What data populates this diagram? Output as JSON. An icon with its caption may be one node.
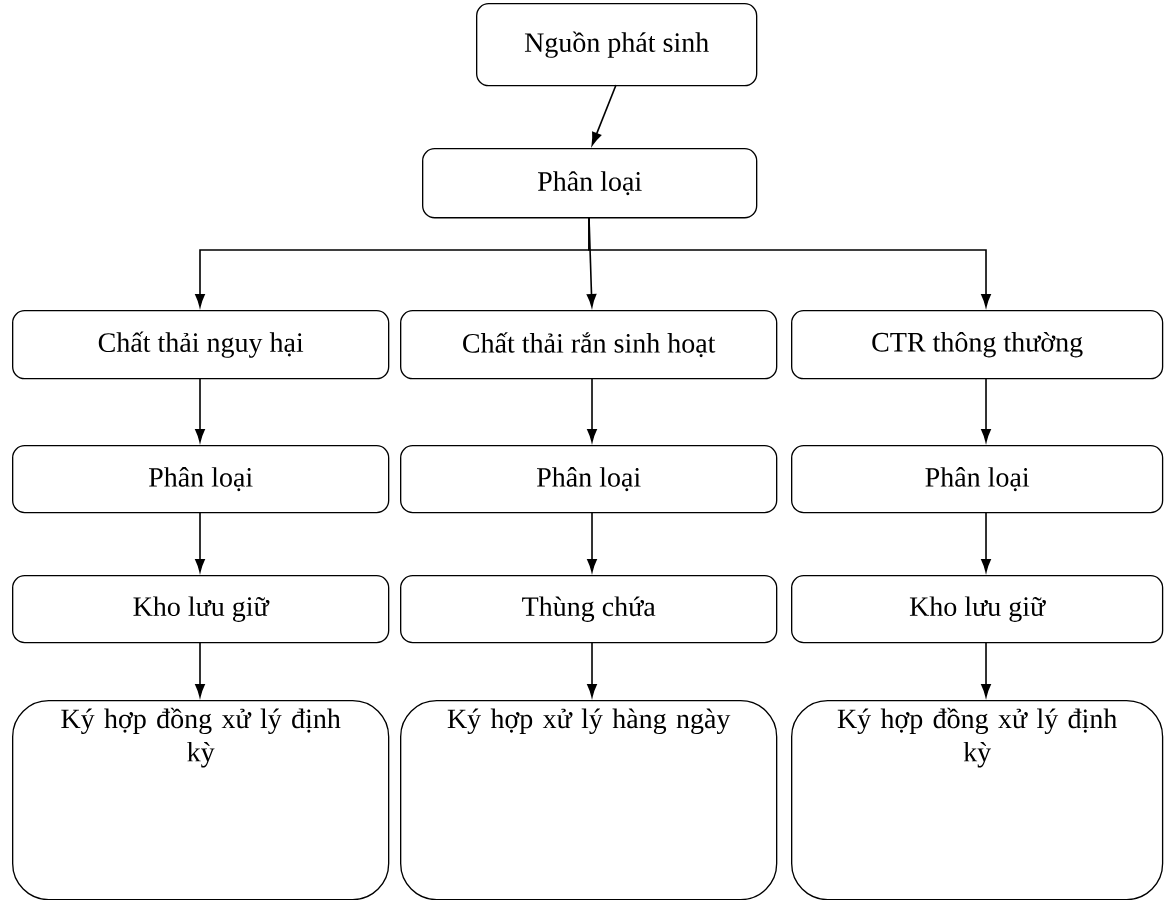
{
  "diagram": {
    "nodes": [
      {
        "text": [
          "Nguồn phát sinh"
        ]
      },
      {
        "text": [
          "Phân loại"
        ]
      },
      {
        "text": [
          "Chất thải nguy hại"
        ]
      },
      {
        "text": [
          "Chất thải rắn sinh hoạt"
        ]
      },
      {
        "text": [
          "CTR thông thường"
        ]
      },
      {
        "text": [
          "Phân loại"
        ]
      },
      {
        "text": [
          "Phân loại"
        ]
      },
      {
        "text": [
          "Phân loại"
        ]
      },
      {
        "text": [
          "Kho lưu giữ"
        ]
      },
      {
        "text": [
          "Thùng chứa"
        ]
      },
      {
        "text": [
          "Kho lưu giữ"
        ]
      },
      {
        "text": [
          "Ký hợp đồng xử lý định kỳ"
        ]
      },
      {
        "text": [
          "Ký hợp xử lý hàng ngày"
        ]
      },
      {
        "text": [
          "Ký hợp đồng xử lý định kỳ"
        ]
      }
    ],
    "edges": [
      {
        "from": 0,
        "to": 1,
        "arrow": "to"
      },
      {
        "from": 1,
        "to": 2,
        "arrow": "to"
      },
      {
        "from": 1,
        "to": 3,
        "arrow": "to"
      },
      {
        "from": 1,
        "to": 4,
        "arrow": "to"
      },
      {
        "from": 2,
        "to": 5,
        "arrow": "to"
      },
      {
        "from": 3,
        "to": 6,
        "arrow": "to"
      },
      {
        "from": 4,
        "to": 7,
        "arrow": "to"
      },
      {
        "from": 5,
        "to": 8,
        "arrow": "to"
      },
      {
        "from": 6,
        "to": 9,
        "arrow": "to"
      },
      {
        "from": 7,
        "to": 10,
        "arrow": "to"
      },
      {
        "from": 8,
        "to": 11,
        "arrow": "to"
      },
      {
        "from": 9,
        "to": 12,
        "arrow": "to"
      },
      {
        "from": 10,
        "to": 13,
        "arrow": "to"
      }
    ]
  }
}
